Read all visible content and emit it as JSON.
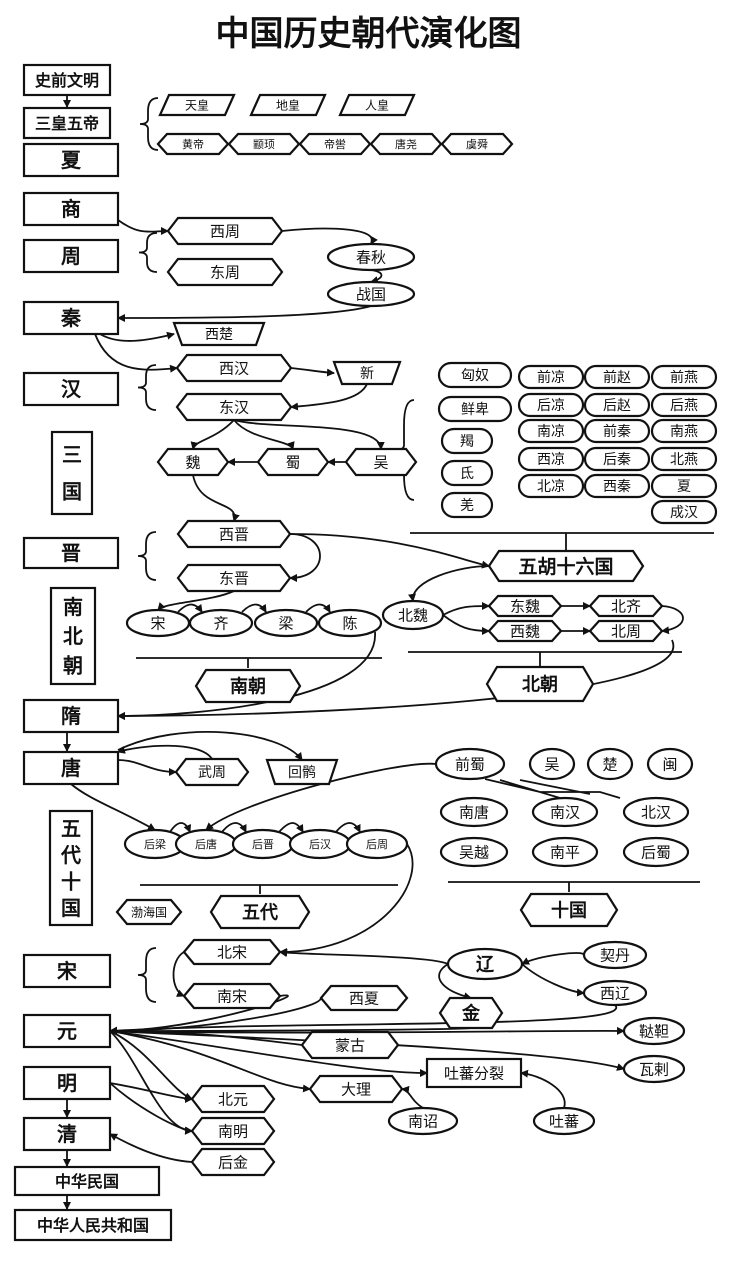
{
  "title": "中国历史朝代演化图",
  "nodes": {
    "shiqian": "史前文明",
    "sanhuang": "三皇五帝",
    "tianhuang": "天皇",
    "dihuang": "地皇",
    "renhuang": "人皇",
    "huangdi": "黄帝",
    "zhuanxu": "颛顼",
    "diku": "帝喾",
    "tangyao": "唐尧",
    "yushun": "虞舜",
    "xia": "夏",
    "shang": "商",
    "zhou": "周",
    "xizhou": "西周",
    "dongzhou": "东周",
    "chunqiu": "春秋",
    "zhanguo": "战国",
    "qin": "秦",
    "xichu": "西楚",
    "han": "汉",
    "xihan": "西汉",
    "xin": "新",
    "donghan": "东汉",
    "sanguo": "三国",
    "wei": "魏",
    "shu": "蜀",
    "wu": "吴",
    "jin": "晋",
    "xijin": "西晋",
    "dongjin": "东晋",
    "xiongnu": "匈奴",
    "xianbei": "鲜卑",
    "jie": "羯",
    "di": "氐",
    "qiang": "羌",
    "qianliang": "前凉",
    "qianzhao": "前赵",
    "qianyan": "前燕",
    "houliang": "后凉",
    "houzhao": "后赵",
    "houyan": "后燕",
    "nanliang": "南凉",
    "qianqin": "前秦",
    "nanyan": "南燕",
    "xiliang": "西凉",
    "houqin": "后秦",
    "beiyan": "北燕",
    "beiliang": "北凉",
    "xiqin": "西秦",
    "xia16": "夏",
    "chenghan": "成汉",
    "wuhu": "五胡十六国",
    "nanbeichao": "南北朝",
    "song_s": "宋",
    "qi_s": "齐",
    "liang_s": "梁",
    "chen_s": "陈",
    "nanchao": "南朝",
    "beiwei": "北魏",
    "dongwei": "东魏",
    "beiqi": "北齐",
    "xiwei": "西魏",
    "beizhou": "北周",
    "beichao": "北朝",
    "sui": "隋",
    "tang": "唐",
    "wuzhou": "武周",
    "huihu": "回鹘",
    "wudaishiguo": "五代十国",
    "houliang5": "后梁",
    "houtang5": "后唐",
    "houjin5": "后晋",
    "houhan5": "后汉",
    "houzhou5": "后周",
    "qianshu10": "前蜀",
    "wu10": "吴",
    "chu10": "楚",
    "min10": "闽",
    "nantang10": "南唐",
    "nanhan10": "南汉",
    "beihan10": "北汉",
    "wuyue10": "吴越",
    "nanping10": "南平",
    "houshu10": "后蜀",
    "ganhai": "渤海国",
    "wudai": "五代",
    "shiguo": "十国",
    "song": "宋",
    "beisong": "北宋",
    "nansong": "南宋",
    "xixia": "西夏",
    "liao": "辽",
    "qidan": "契丹",
    "xiliao": "西辽",
    "jin_j": "金",
    "yuan": "元",
    "menggu": "蒙古",
    "dada": "鞑靼",
    "wala": "瓦剌",
    "tubofenlie": "吐蕃分裂",
    "dali": "大理",
    "nanzhao": "南诏",
    "tubo": "吐蕃",
    "ming": "明",
    "beiyuan": "北元",
    "qing": "清",
    "nanming": "南明",
    "houjin": "后金",
    "minguo": "中华民国",
    "prc": "中华人民共和国"
  }
}
